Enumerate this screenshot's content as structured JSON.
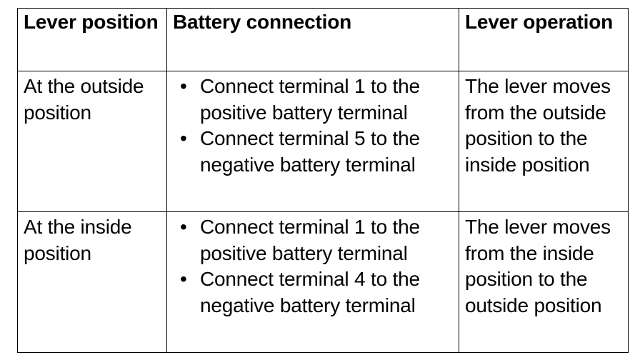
{
  "table": {
    "headers": [
      "Lever position",
      "Battery connection",
      "Lever operation"
    ],
    "rows": [
      {
        "position": "At the outside position",
        "connections": [
          "Connect terminal 1 to the positive battery terminal",
          "Connect terminal 5 to the negative battery terminal"
        ],
        "operation": "The lever moves from the outside position to the inside position"
      },
      {
        "position": "At the inside position",
        "connections": [
          "Connect terminal 1 to the positive battery terminal",
          "Connect terminal 4 to the negative battery terminal"
        ],
        "operation": "The lever moves from the inside position to the outside position"
      }
    ]
  }
}
